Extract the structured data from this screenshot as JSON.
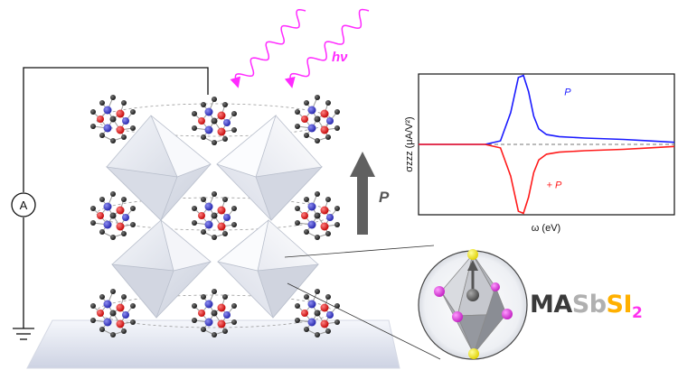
{
  "photon_label": "hν",
  "ammeter_label": "A",
  "polarization_label": "P",
  "chart_data": {
    "type": "line",
    "title": "",
    "xlabel": "ω (eV)",
    "ylabel": "σzzz (μA/V²)",
    "xlim": [
      0,
      10
    ],
    "ylim": [
      -1,
      1
    ],
    "grid": false,
    "series": [
      {
        "name": "P",
        "color": "#1a1aff",
        "x": [
          0,
          2.6,
          3.2,
          3.6,
          3.9,
          4.1,
          4.3,
          4.5,
          4.7,
          5.0,
          5.5,
          6.5,
          8,
          9,
          10
        ],
        "y": [
          0,
          0,
          0.05,
          0.45,
          0.95,
          0.98,
          0.75,
          0.4,
          0.22,
          0.14,
          0.11,
          0.09,
          0.07,
          0.05,
          0.03
        ]
      },
      {
        "name": "+ P",
        "color": "#ff1a1a",
        "x": [
          0,
          2.6,
          3.2,
          3.6,
          3.9,
          4.1,
          4.3,
          4.5,
          4.7,
          5.0,
          5.5,
          6.5,
          8,
          9,
          10
        ],
        "y": [
          0,
          0,
          -0.05,
          -0.45,
          -0.95,
          -0.98,
          -0.75,
          -0.4,
          -0.22,
          -0.14,
          -0.11,
          -0.09,
          -0.07,
          -0.05,
          -0.03
        ]
      }
    ]
  },
  "formula": {
    "parts": [
      {
        "text": "MA",
        "color": "#3a3a3a"
      },
      {
        "text": "Sb",
        "color": "#b0b0b0"
      },
      {
        "text": "SI",
        "color": "#ffb000"
      },
      {
        "text": "2",
        "color": "#ff33ee",
        "sub": true
      }
    ]
  },
  "colors": {
    "photon_wave": "#ff2aff",
    "octahedron": "#eef0f6",
    "polar_arrow": "#606060",
    "inset_iodine": "#e633e6",
    "inset_sulfur": "#f2f200"
  }
}
